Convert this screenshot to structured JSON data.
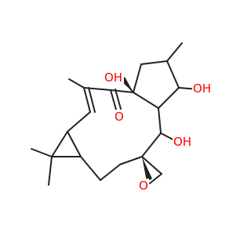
{
  "molecule": {
    "colors": {
      "bond": "#222222",
      "heteroatom": "#ff0000",
      "background": "#ffffff"
    },
    "labels": {
      "oh_top": "OH",
      "oh_right": "OH",
      "oh_middle": "OH",
      "ketone_o": "O",
      "epoxide_o": "O"
    }
  }
}
